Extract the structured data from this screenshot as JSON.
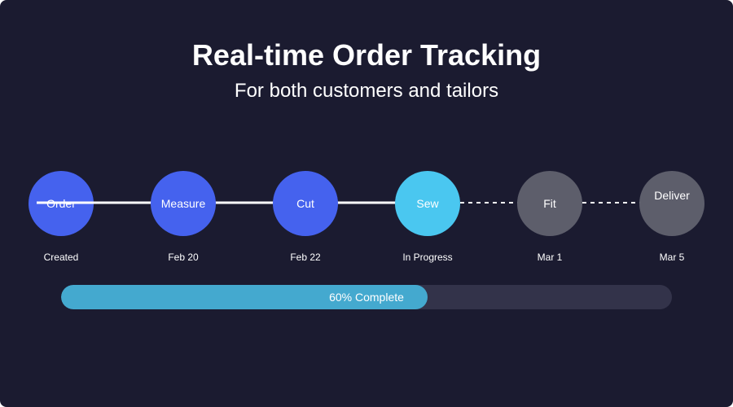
{
  "header": {
    "title": "Real-time Order Tracking",
    "subtitle": "For both customers and tailors"
  },
  "timeline": {
    "steps": [
      {
        "name": "Order",
        "date": "Created",
        "status": "completed"
      },
      {
        "name": "Measure",
        "date": "Feb 20",
        "status": "completed"
      },
      {
        "name": "Cut",
        "date": "Feb 22",
        "status": "completed"
      },
      {
        "name": "Sew",
        "date": "In Progress",
        "status": "current"
      },
      {
        "name": "Fit",
        "date": "Mar 1",
        "status": "pending"
      },
      {
        "name": "Deliver",
        "date": "Mar 5",
        "status": "pending"
      }
    ]
  },
  "progress": {
    "percent": 60,
    "label": "60% Complete"
  },
  "colors": {
    "background": "#1b1b30",
    "completed": "#4562ee",
    "current": "#4ac7f0",
    "pending": "#5d5e6b",
    "progress_fill": "#44a9cf",
    "progress_track": "#33334a"
  }
}
